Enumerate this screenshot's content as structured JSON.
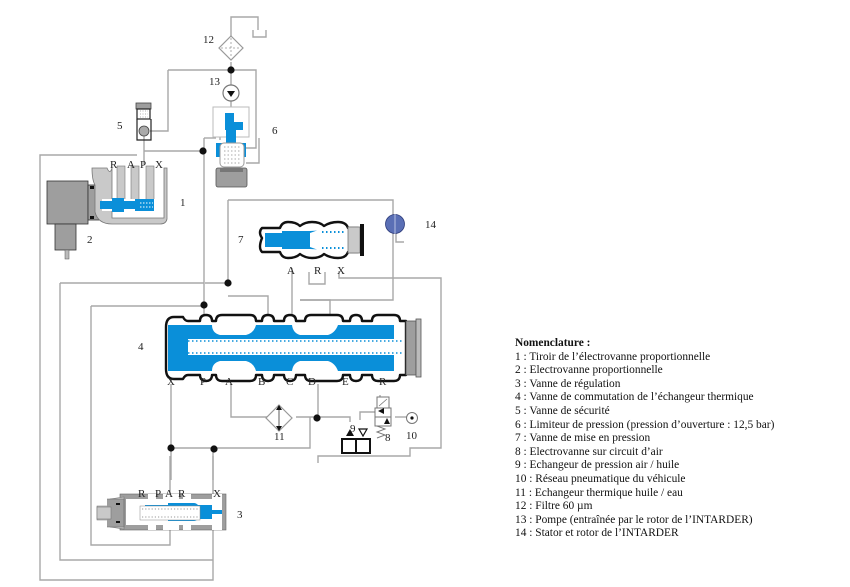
{
  "diagram": {
    "component_numbers": [
      "1",
      "2",
      "3",
      "4",
      "5",
      "6",
      "7",
      "8",
      "9",
      "10",
      "11",
      "12",
      "13",
      "14"
    ],
    "ports": {
      "valve1": [
        "R",
        "A",
        "P",
        "X"
      ],
      "valve4": [
        "X",
        "P",
        "A",
        "B",
        "C",
        "D",
        "E",
        "R"
      ],
      "valve7": [
        "A",
        "R",
        "X"
      ],
      "valve3": [
        "R",
        "P",
        "A",
        "R",
        "X"
      ]
    },
    "colors": {
      "oil": "#0a8fd9",
      "lines": "#a8a8a8",
      "body": "#111111",
      "housing": "#9e9e9e",
      "rotor": "#5a6fb5"
    }
  },
  "legend": {
    "title": "Nomenclature :",
    "items": [
      "1 : Tiroir de l’électrovanne proportionnelle",
      "2 : Electrovanne proportionnelle",
      "3 : Vanne de régulation",
      "4 : Vanne de commutation de l’échangeur thermique",
      "5 : Vanne de sécurité",
      "6 : Limiteur de pression (pression d’ouverture : 12,5 bar)",
      "7 : Vanne de  mise en pression",
      "8 : Electrovanne sur circuit d’air",
      "9 : Echangeur de pression air / huile",
      "10 : Réseau pneumatique du véhicule",
      "11 : Echangeur thermique huile / eau",
      "12 : Filtre 60 µm",
      "13 : Pompe (entraînée par le rotor de l’INTARDER)",
      "14 : Stator et rotor de l’INTARDER"
    ]
  }
}
